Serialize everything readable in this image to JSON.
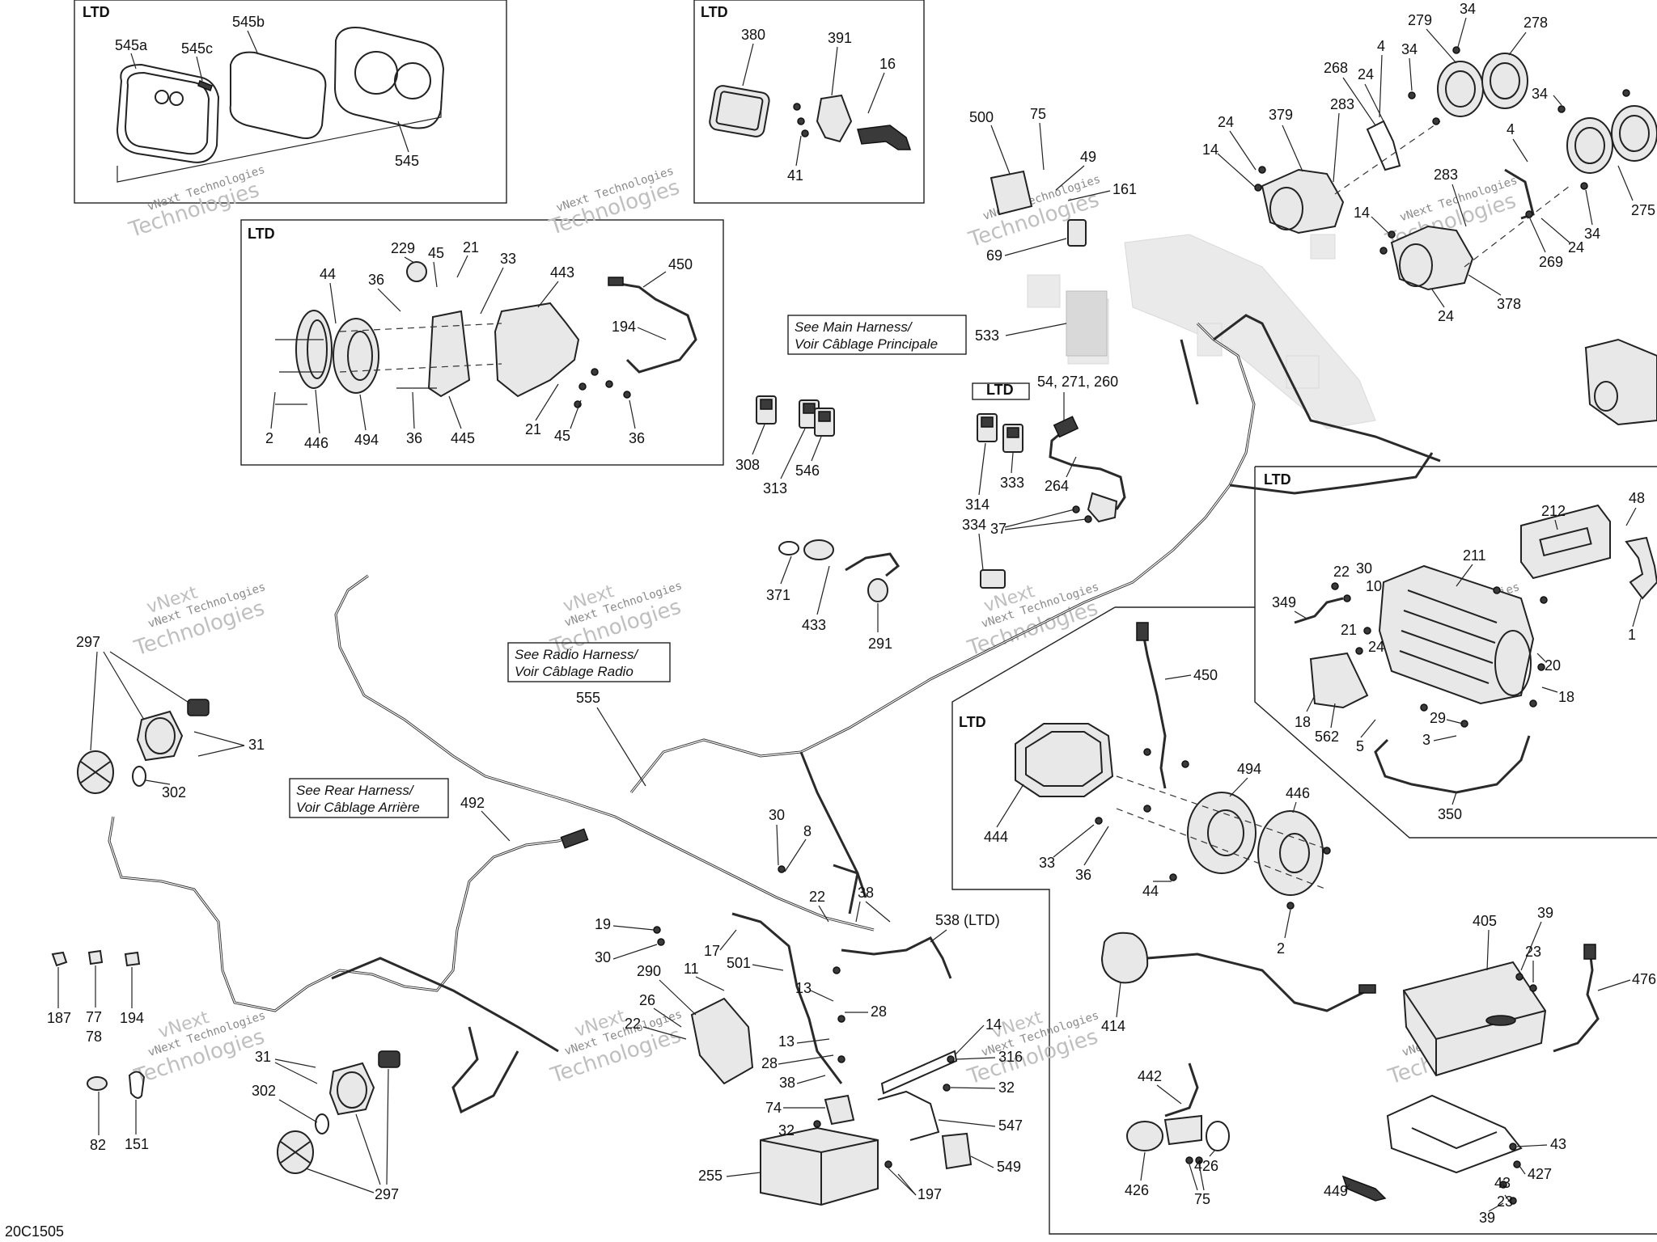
{
  "diagram_code": "20C1505",
  "box_titles": {
    "gauge": "LTD",
    "gps": "LTD",
    "speaker_front": "LTD",
    "switches": "LTD",
    "winch": "LTD",
    "speaker_rear": "LTD"
  },
  "notes": {
    "main_harness_1": "See Main Harness/",
    "main_harness_2": "Voir Câblage Principale",
    "radio_harness_1": "See Radio Harness/",
    "radio_harness_2": "Voir Câblage Radio",
    "rear_harness_1": "See Rear Harness/",
    "rear_harness_2": "Voir Câblage Arrière"
  },
  "watermark": {
    "line1": "vNext Technologies",
    "line2": "Technologies",
    "line3": "vNext"
  },
  "callouts": {
    "p545a": "545a",
    "p545b": "545b",
    "p545c": "545c",
    "p545": "545",
    "p380": "380",
    "p391": "391",
    "p16": "16",
    "p41": "41",
    "p229": "229",
    "p45a": "45",
    "p21a": "21",
    "p33a": "33",
    "p443": "443",
    "p450a": "450",
    "p44a": "44",
    "p36a": "36",
    "p194a": "194",
    "p2a": "2",
    "p446a": "446",
    "p494a": "494",
    "p36b": "36",
    "p445": "445",
    "p21b": "21",
    "p45b": "45",
    "p36c": "36",
    "p500": "500",
    "p75a": "75",
    "p49": "49",
    "p161": "161",
    "p69": "69",
    "p533": "533",
    "p308": "308",
    "p313": "313",
    "p546": "546",
    "p314": "314",
    "p333": "333",
    "p54": "54, 271, 260",
    "p264": "264",
    "p37": "37",
    "p334": "334",
    "p371": "371",
    "p433": "433",
    "p291": "291",
    "p279": "279",
    "p34a": "34",
    "p278": "278",
    "p4a": "4",
    "p34b": "34",
    "p268": "268",
    "p24a": "24",
    "p24b": "24",
    "p379": "379",
    "p283a": "283",
    "p14a": "14",
    "p34c": "34",
    "p4b": "4",
    "p283b": "283",
    "p14b": "14",
    "p269": "269",
    "p24c": "24",
    "p34d": "34",
    "p275": "275",
    "p378": "378",
    "p24d": "24",
    "p48": "48",
    "p212": "212",
    "p211": "211",
    "p22a": "22",
    "p30a": "30",
    "p10": "10",
    "p349": "349",
    "p21c": "21",
    "p24e": "24",
    "p20": "20",
    "p18a": "18",
    "p18b": "18",
    "p562": "562",
    "p5": "5",
    "p29": "29",
    "p3": "3",
    "p350": "350",
    "p1": "1",
    "p297a": "297",
    "p31a": "31",
    "p302a": "302",
    "p555": "555",
    "p492": "492",
    "p450b": "450",
    "p494b": "494",
    "p446b": "446",
    "p444": "444",
    "p33b": "33",
    "p36d": "36",
    "p44b": "44",
    "p2b": "2",
    "p30b": "30",
    "p8": "8",
    "p22b": "22",
    "p38a": "38",
    "p538": "538 (LTD)",
    "p19": "19",
    "p30c": "30",
    "p17": "17",
    "p290": "290",
    "p11": "11",
    "p501": "501",
    "p13a": "13",
    "p28a": "28",
    "p26": "26",
    "p22c": "22",
    "p13b": "13",
    "p28b": "28",
    "p38b": "38",
    "p74": "74",
    "p32a": "32",
    "p14c": "14",
    "p316": "316",
    "p32b": "32",
    "p547": "547",
    "p549": "549",
    "p255": "255",
    "p197": "197",
    "p187": "187",
    "p77": "77",
    "p78": "78",
    "p194b": "194",
    "p82": "82",
    "p151": "151",
    "p31b": "31",
    "p302b": "302",
    "p297b": "297",
    "p414": "414",
    "p442": "442",
    "p426a": "426",
    "p426b": "426",
    "p75b": "75",
    "p405": "405",
    "p39a": "39",
    "p23a": "23",
    "p476": "476",
    "p449": "449",
    "p43a": "43",
    "p427": "427",
    "p43b": "43",
    "p23b": "23",
    "p39b": "39"
  }
}
